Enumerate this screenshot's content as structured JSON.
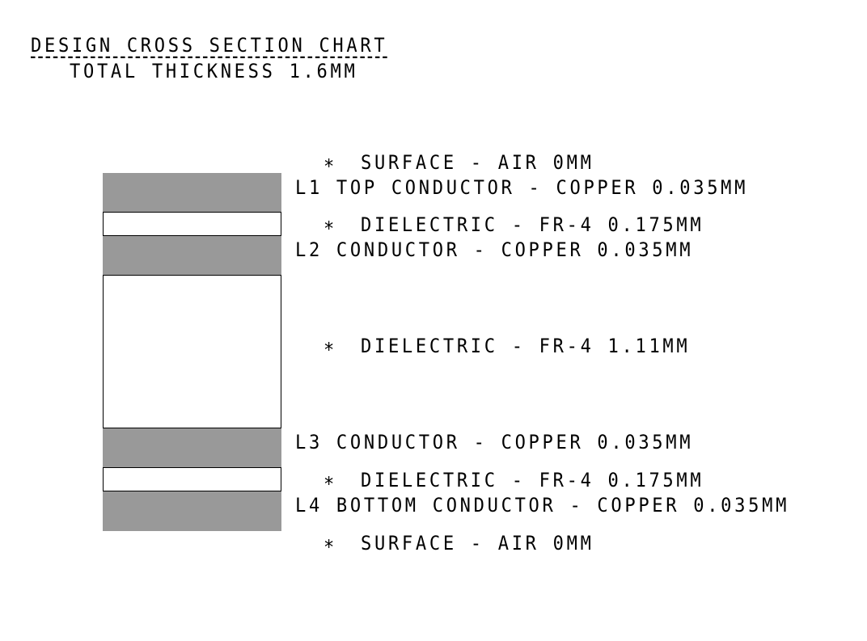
{
  "title": "DESIGN CROSS SECTION CHART",
  "subtitle": "TOTAL THICKNESS 1.6MM",
  "colors": {
    "conductor": "#999999",
    "dielectric": "#ffffff",
    "outline": "#000000"
  },
  "marker_glyph": "∗",
  "layers": [
    {
      "kind": "surface",
      "label": "SURFACE - AIR 0MM"
    },
    {
      "kind": "conductor",
      "label": "L1 TOP CONDUCTOR - COPPER 0.035MM"
    },
    {
      "kind": "dielectric",
      "label": "DIELECTRIC - FR-4 0.175MM"
    },
    {
      "kind": "conductor",
      "label": "L2 CONDUCTOR - COPPER 0.035MM"
    },
    {
      "kind": "dielectric",
      "label": "DIELECTRIC - FR-4 1.11MM"
    },
    {
      "kind": "conductor",
      "label": "L3 CONDUCTOR - COPPER 0.035MM"
    },
    {
      "kind": "dielectric",
      "label": "DIELECTRIC - FR-4 0.175MM"
    },
    {
      "kind": "conductor",
      "label": "L4 BOTTOM CONDUCTOR - COPPER 0.035MM"
    },
    {
      "kind": "surface",
      "label": "SURFACE - AIR 0MM"
    }
  ]
}
